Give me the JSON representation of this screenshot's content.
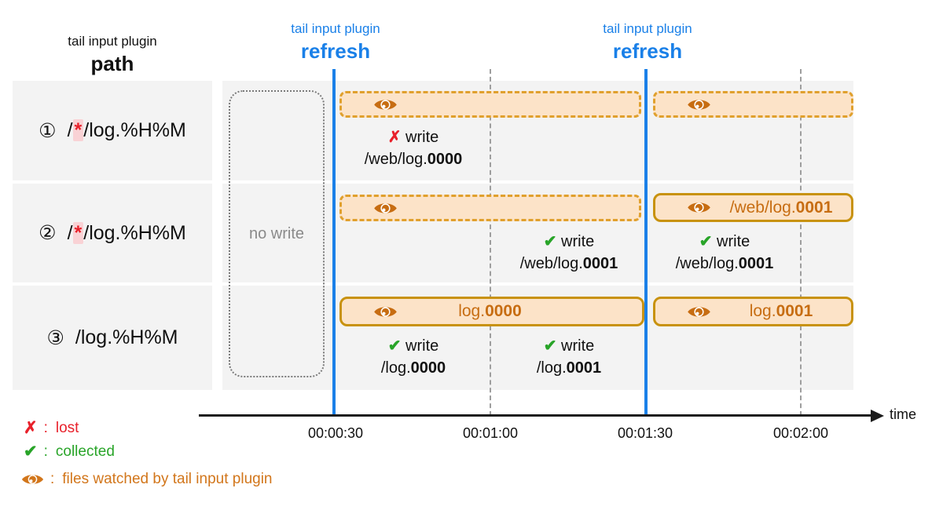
{
  "header_left": {
    "line1": "tail input plugin",
    "line2": "path"
  },
  "refresh_label": {
    "line1": "tail input plugin",
    "line2": "refresh"
  },
  "rows": [
    {
      "num": "①",
      "path_pre": "/",
      "path_star": "*",
      "path_post": "/log.%H%M"
    },
    {
      "num": "②",
      "path_pre": "/",
      "path_star": "*",
      "path_post": "/log.%H%M"
    },
    {
      "num": "③",
      "path_post": "/log.%H%M"
    }
  ],
  "no_write": "no write",
  "bars": {
    "r2b": {
      "pre": "/web/log.",
      "bold": "0001"
    },
    "r3a": {
      "pre": "log.",
      "bold": "0000"
    },
    "r3b": {
      "pre": "log.",
      "bold": "0001"
    }
  },
  "writes": {
    "r1": {
      "mark": "✗",
      "word": "write",
      "pre": "/web/log.",
      "bold": "0000"
    },
    "r2a": {
      "mark": "✔",
      "word": "write",
      "pre": "/web/log.",
      "bold": "0001"
    },
    "r2b": {
      "mark": "✔",
      "word": "write",
      "pre": "/web/log.",
      "bold": "0001"
    },
    "r3a": {
      "mark": "✔",
      "word": "write",
      "pre": "/log.",
      "bold": "0000"
    },
    "r3b": {
      "mark": "✔",
      "word": "write",
      "pre": "/log.",
      "bold": "0001"
    }
  },
  "axis": {
    "time_label": "time",
    "ticks": [
      "00:00:30",
      "00:01:00",
      "00:01:30",
      "00:02:00"
    ]
  },
  "legend": {
    "lost": {
      "mark": "✗",
      "sep": ":",
      "label": "lost"
    },
    "collected": {
      "mark": "✔",
      "sep": ":",
      "label": "collected"
    },
    "watched": {
      "sep": ":",
      "label": "files watched by tail input plugin"
    }
  },
  "colors": {
    "refresh_blue": "#1a80e8",
    "lost_red": "#e8212b",
    "collected_green": "#28a428",
    "watch_orange": "#c76d12",
    "bar_fill": "#fce3c8",
    "bar_border_solid": "#c8920f",
    "bar_border_dashed": "#e0a02d",
    "row_bg": "#f3f3f3"
  }
}
